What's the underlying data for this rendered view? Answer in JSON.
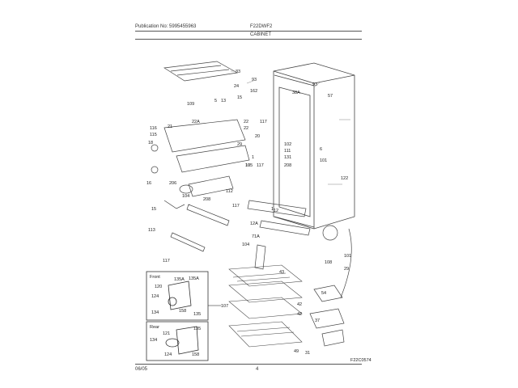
{
  "header": {
    "publication": "Publication No: 5995455963",
    "model": "F22DWF2",
    "section": "CABINET"
  },
  "footer": {
    "date": "06/05",
    "page": "4"
  },
  "figure_code": "F22C0574",
  "callouts": [
    "33",
    "24",
    "93",
    "93",
    "38A",
    "57",
    "109",
    "5",
    "13",
    "162",
    "15",
    "22A",
    "22",
    "22",
    "20",
    "117",
    "116",
    "115",
    "21",
    "18",
    "29",
    "1",
    "102",
    "111",
    "131",
    "208",
    "6",
    "117",
    "101",
    "10",
    "105",
    "122",
    "16",
    "206",
    "104",
    "208",
    "112",
    "117",
    "1",
    "15",
    "12A",
    "12",
    "113",
    "71A",
    "104",
    "108",
    "101",
    "29",
    "117",
    "43",
    "42",
    "42",
    "54",
    "37",
    "49",
    "31",
    "107",
    "135A"
  ],
  "inset_front": {
    "title": "Front",
    "labels": [
      "120",
      "135A",
      "124",
      "158",
      "134",
      "135"
    ]
  },
  "inset_rear": {
    "title": "Rear",
    "labels": [
      "135",
      "134",
      "121",
      "124",
      "158"
    ]
  }
}
